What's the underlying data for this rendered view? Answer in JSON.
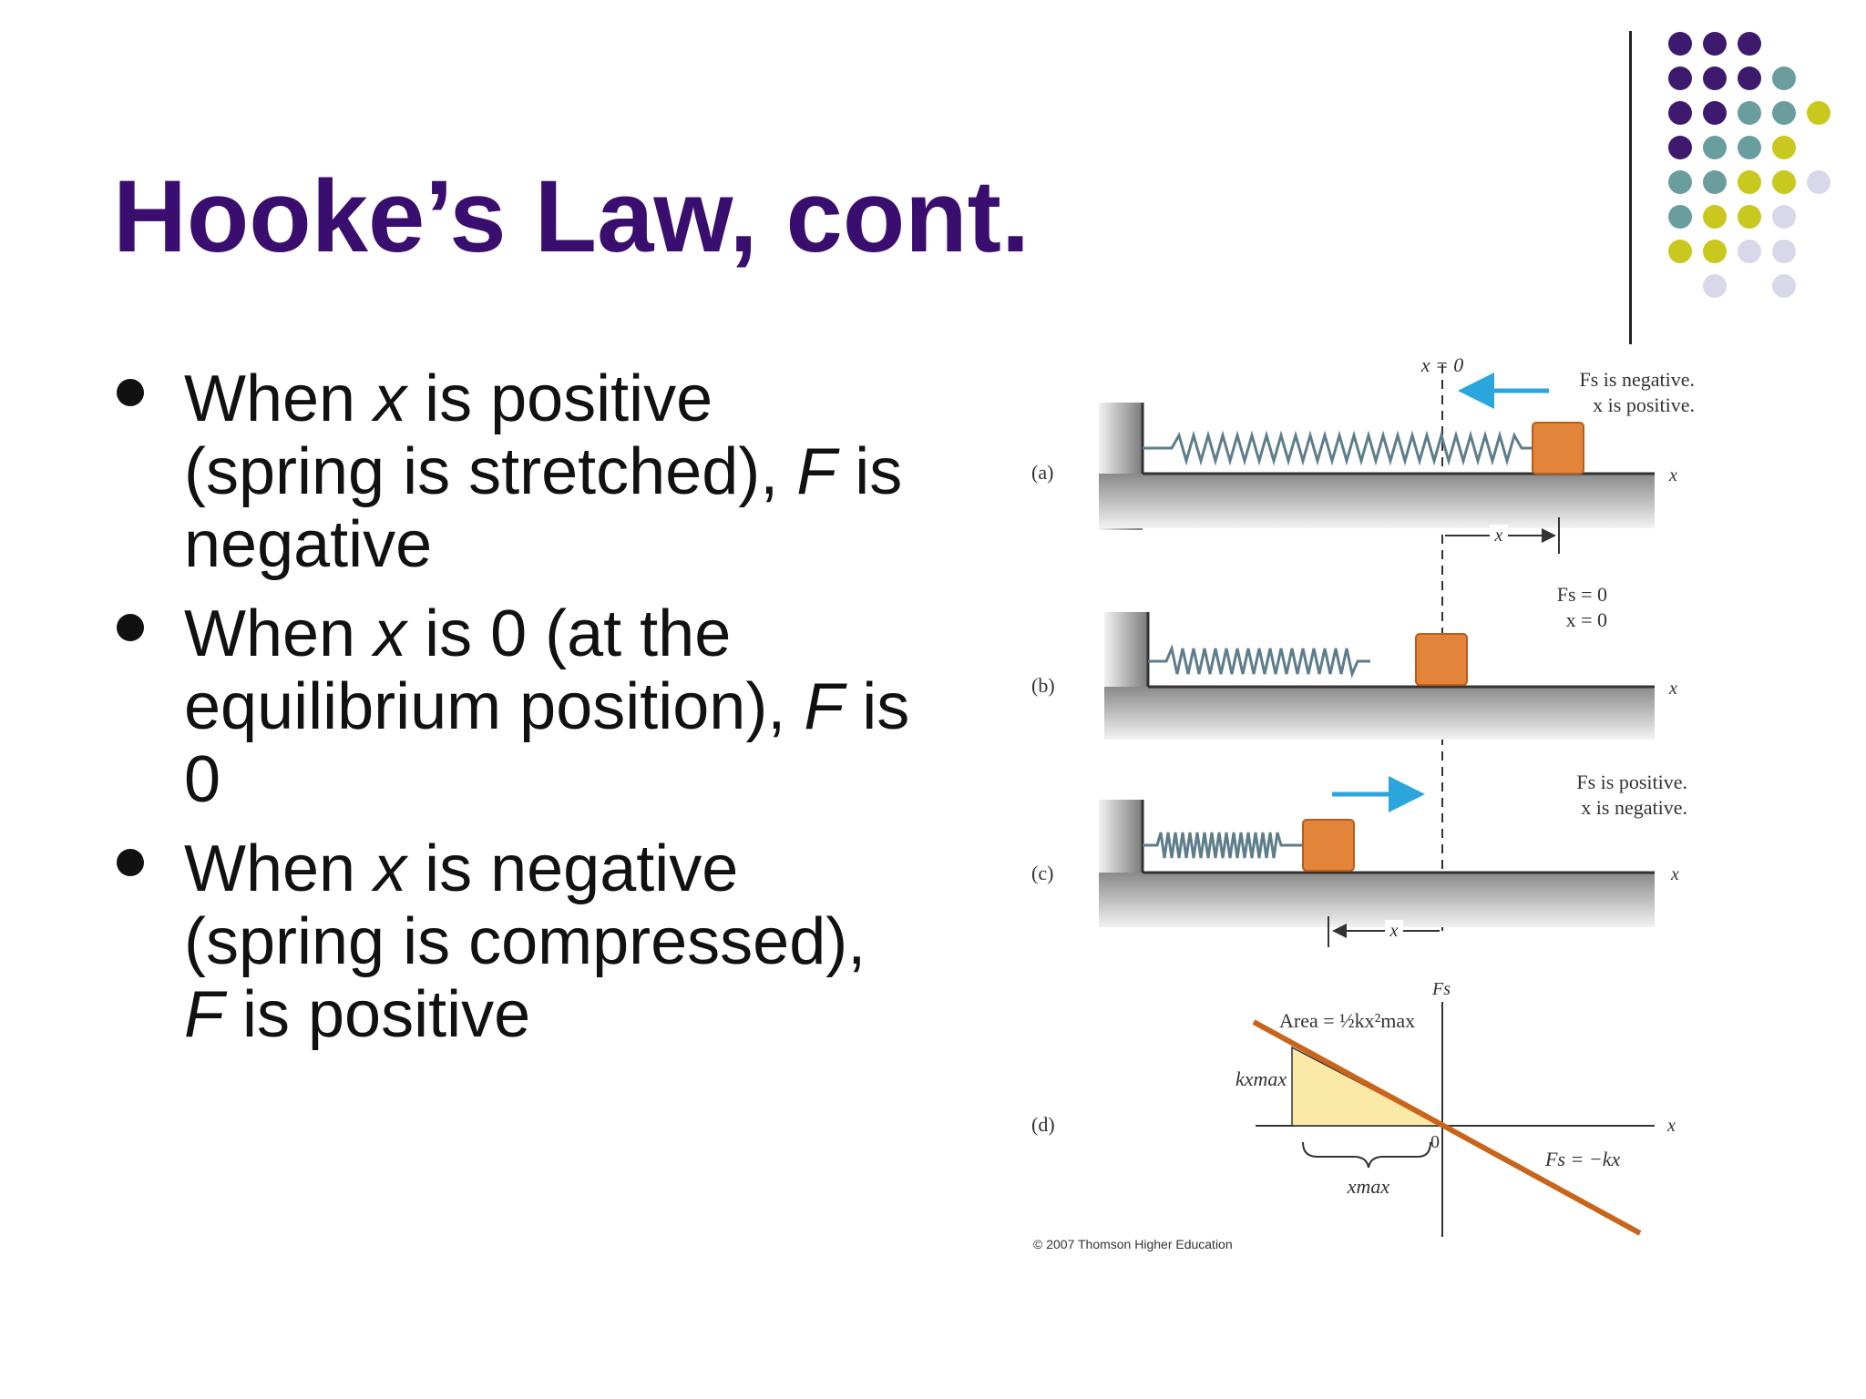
{
  "title": "Hooke’s Law, cont.",
  "bullets": [
    {
      "a": "When ",
      "v": "x",
      "b": " is positive (spring is stretched), ",
      "f": "F",
      "c": " is negative"
    },
    {
      "a": "When ",
      "v": "x",
      "b": " is 0 (at the equilibrium position), ",
      "f": "F",
      "c": " is 0"
    },
    {
      "a": "When ",
      "v": "x",
      "b": " is negative (spring is compressed), ",
      "f": "F",
      "c": " is positive"
    }
  ],
  "figure": {
    "x_zero_label": "x = 0",
    "panel_labels": [
      "(a)",
      "(b)",
      "(c)",
      "(d)"
    ],
    "axis_x": "x",
    "panel_a": {
      "line1": "Fs is negative.",
      "line2": "x is positive.",
      "dim": "x"
    },
    "panel_b": {
      "line1": "Fs = 0",
      "line2": "x = 0"
    },
    "panel_c": {
      "line1": "Fs is positive.",
      "line2": "x is negative.",
      "dim": "x"
    },
    "panel_d": {
      "axis_y": "Fs",
      "area": "Area = ½kx²max",
      "kxmax": "kxmax",
      "origin": "0",
      "xmax": "xmax",
      "law": "Fs = −kx"
    },
    "colors": {
      "block": "#e2843a",
      "arrow": "#2ba6dd",
      "line": "#c9641b",
      "area_fill": "#fbe9a8"
    }
  },
  "decor_dots": {
    "colors": [
      "#3d1a6e",
      "#6a9e9e",
      "#c8c81e",
      "#d8d8ea"
    ]
  },
  "copyright": "© 2007 Thomson Higher Education"
}
